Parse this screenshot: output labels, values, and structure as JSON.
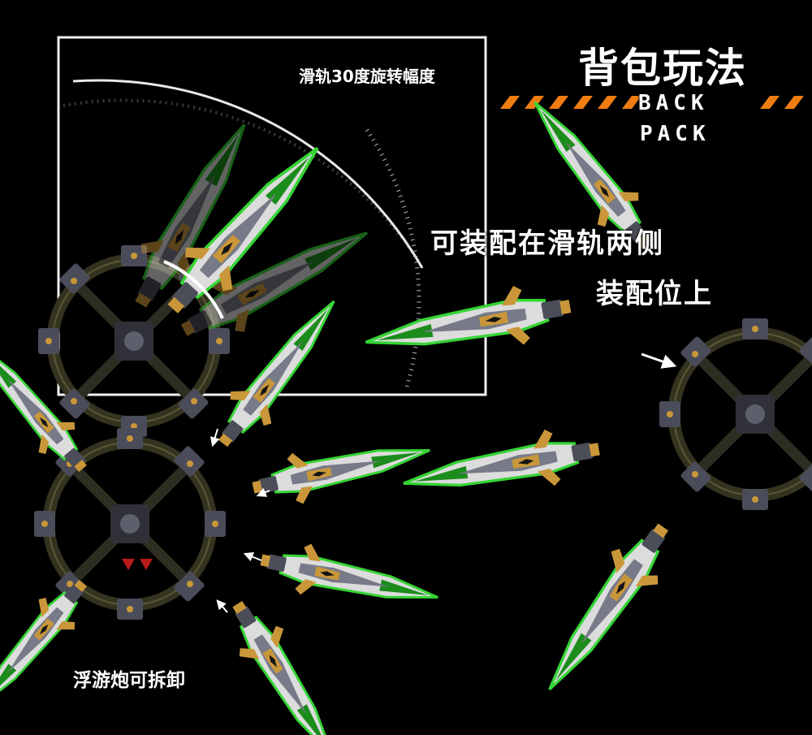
{
  "header": {
    "title_cn": "背包玩法",
    "title_en_line1": "BACK",
    "title_en_line2": "PACK"
  },
  "labels": {
    "rotation": "滑轨30度旋转幅度",
    "mount_line1": "可装配在滑轨两侧",
    "mount_line2": "装配位上",
    "detach": "浮游炮可拆卸"
  },
  "colors": {
    "background": "#000000",
    "accent_green": "#2fd12f",
    "armor_white": "#e6e6e6",
    "armor_grey": "#6e7180",
    "gold": "#c9973a",
    "ring_olive": "#33321f",
    "hazard_orange": "#f07d12"
  }
}
